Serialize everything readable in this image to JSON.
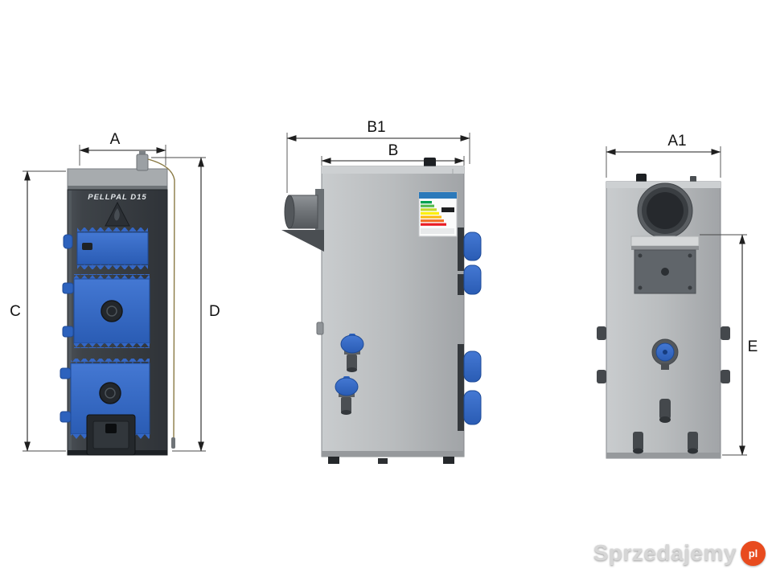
{
  "dimension_labels": {
    "front_width": "A",
    "front_body_height": "C",
    "front_total_height": "D",
    "side_total_depth": "B1",
    "side_body_depth": "B",
    "back_width": "A1",
    "back_connection_height": "E"
  },
  "boiler": {
    "brand": "PELLPAL D15"
  },
  "watermark": {
    "site": "Sprzedajemy",
    "tld": "pl"
  },
  "colors": {
    "background": "#ffffff",
    "dimension_lines": "#1f1f1f",
    "door_blue": "#3467c5",
    "front_body_dark": "#383d42",
    "side_body_gray": "#b9bcbe",
    "watermark_badge_red": "#e84b1e"
  }
}
